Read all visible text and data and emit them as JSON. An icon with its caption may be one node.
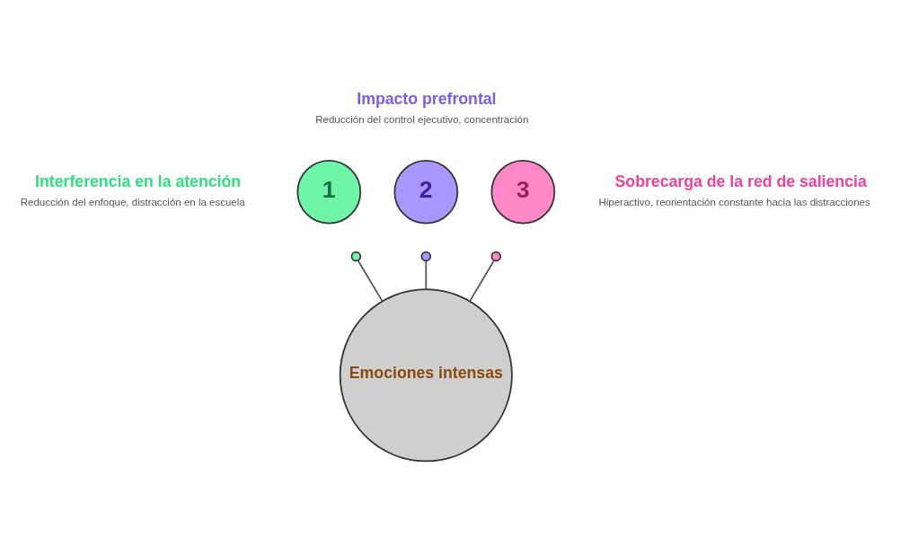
{
  "diagram": {
    "nodes": [
      {
        "text": [
          "1"
        ],
        "beside": [
          "Interferencia en la atención",
          "Reducción del enfoque, distracción en la escuela"
        ]
      },
      {
        "text": [
          "2"
        ],
        "beside": [
          "Impacto prefrontal",
          "Reducción del control ejecutivo, concentración"
        ]
      },
      {
        "text": [
          "3"
        ],
        "beside": [
          "Sobrecarga de la red de saliencia",
          "Hiperactivo, reorientación constante hacia las distracciones"
        ]
      },
      {
        "text": [],
        "shape": "circle"
      },
      {
        "text": [],
        "shape": "circle"
      },
      {
        "text": [],
        "shape": "circle"
      },
      {
        "text": [
          "Emociones intensas"
        ]
      }
    ],
    "edges": [
      {
        "from": 6,
        "to": 3,
        "arrow": "none"
      },
      {
        "from": 6,
        "to": 4,
        "arrow": "none"
      },
      {
        "from": 6,
        "to": 5,
        "arrow": "none"
      }
    ]
  }
}
